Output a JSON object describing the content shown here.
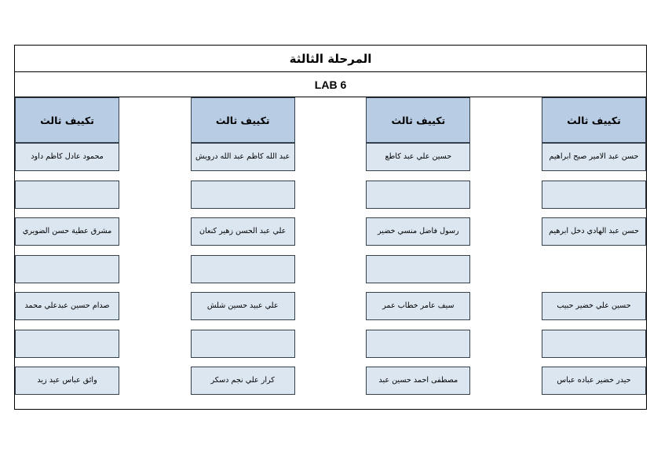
{
  "document": {
    "title": "المرحلة الثالثة",
    "subtitle": "LAB 6"
  },
  "colors": {
    "header_fill": "#b8cce4",
    "seat_fill": "#dce6f1",
    "border": "#34404c",
    "frame": "#000000",
    "page_background": "#ffffff"
  },
  "columns": [
    {
      "header": "تكييف ثالث",
      "seats": [
        {
          "name": "حسن عبد الامير صبح ابراهيم",
          "empty": false,
          "present": true
        },
        {
          "name": "",
          "empty": true,
          "present": true
        },
        {
          "name": "حسن عبد الهادي دخل ابرهيم",
          "empty": false,
          "present": true
        },
        {
          "name": "",
          "empty": true,
          "present": false
        },
        {
          "name": "حسين علي خضير حبيب",
          "empty": false,
          "present": true
        },
        {
          "name": "",
          "empty": true,
          "present": true
        },
        {
          "name": "حيدر خضير عباده عباس",
          "empty": false,
          "present": true
        }
      ]
    },
    {
      "header": "تكييف ثالث",
      "seats": [
        {
          "name": "حسين علي عبد كاطع",
          "empty": false,
          "present": true
        },
        {
          "name": "",
          "empty": true,
          "present": true
        },
        {
          "name": "رسول فاضل منسي خضير",
          "empty": false,
          "present": true
        },
        {
          "name": "",
          "empty": true,
          "present": true
        },
        {
          "name": "سيف عامر خطاب عمر",
          "empty": false,
          "present": true
        },
        {
          "name": "",
          "empty": true,
          "present": true
        },
        {
          "name": "مصطفى احمد حسين عبد",
          "empty": false,
          "present": true
        }
      ]
    },
    {
      "header": "تكييف ثالث",
      "seats": [
        {
          "name": "عبد الله كاظم عبد الله درويش",
          "empty": false,
          "present": true
        },
        {
          "name": "",
          "empty": true,
          "present": true
        },
        {
          "name": "علي عبد الحسن زهير كنعان",
          "empty": false,
          "present": true
        },
        {
          "name": "",
          "empty": true,
          "present": true
        },
        {
          "name": "علي عبيد حسين شلش",
          "empty": false,
          "present": true
        },
        {
          "name": "",
          "empty": true,
          "present": true
        },
        {
          "name": "كرار علي نجم دسكر",
          "empty": false,
          "present": true
        }
      ]
    },
    {
      "header": "تكييف ثالث",
      "seats": [
        {
          "name": "محمود عادل كاظم داود",
          "empty": false,
          "present": true
        },
        {
          "name": "",
          "empty": true,
          "present": true
        },
        {
          "name": "مشرق عطية حسن الضويري",
          "empty": false,
          "present": true
        },
        {
          "name": "",
          "empty": true,
          "present": true
        },
        {
          "name": "صدام حسين عبدعلي محمد",
          "empty": false,
          "present": true
        },
        {
          "name": "",
          "empty": true,
          "present": true
        },
        {
          "name": "وائق عباس عيد زيد",
          "empty": false,
          "present": true
        }
      ]
    }
  ]
}
